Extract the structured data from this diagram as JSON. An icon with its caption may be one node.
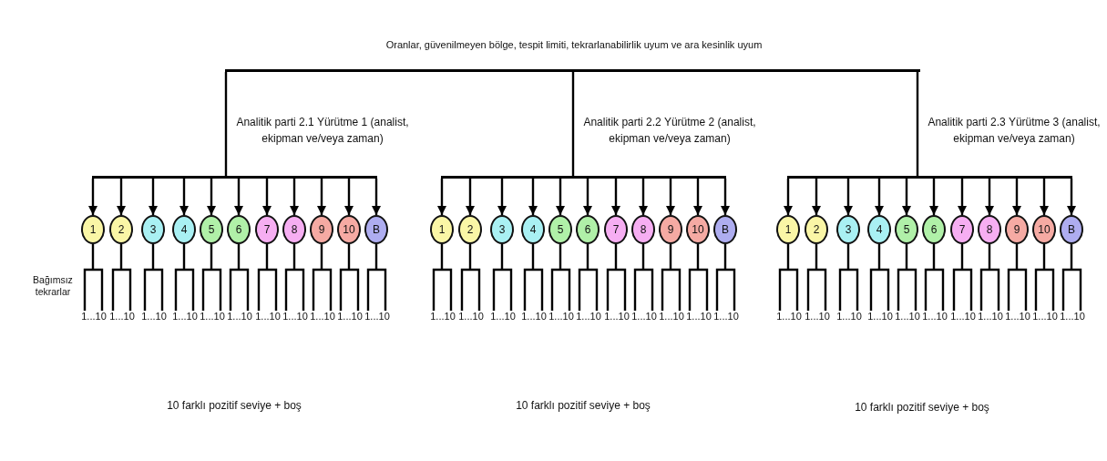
{
  "diagram": {
    "title": "Oranlar, güvenilmeyen bölge, tespit limiti, tekrarlanabilirlik uyum ve ara kesinlik uyum",
    "nodes": [
      {
        "text": [],
        "shape": "bar"
      },
      {
        "text": [],
        "shape": "bar",
        "beside": [
          "Analitik parti 2.1 Yürütme 1 (analist, ekipman ve/veya zaman)"
        ]
      },
      {
        "text": [],
        "shape": "bar",
        "beside": [
          "Analitik parti 2.2 Yürütme 2 (analist, ekipman ve/veya zaman)"
        ]
      },
      {
        "text": [],
        "shape": "bar",
        "beside": [
          "Analitik parti 2.3 Yürütme 3 (analist, ekipman ve/veya zaman)"
        ]
      },
      {
        "text": [
          "1"
        ]
      },
      {
        "text": [
          "2"
        ]
      },
      {
        "text": [
          "3"
        ]
      },
      {
        "text": [
          "4"
        ]
      },
      {
        "text": [
          "5"
        ]
      },
      {
        "text": [
          "6"
        ]
      },
      {
        "text": [
          "7"
        ]
      },
      {
        "text": [
          "8"
        ]
      },
      {
        "text": [
          "9"
        ]
      },
      {
        "text": [
          "10"
        ]
      },
      {
        "text": [
          "B"
        ]
      },
      {
        "text": [
          "1"
        ]
      },
      {
        "text": [
          "2"
        ]
      },
      {
        "text": [
          "3"
        ]
      },
      {
        "text": [
          "4"
        ]
      },
      {
        "text": [
          "5"
        ]
      },
      {
        "text": [
          "6"
        ]
      },
      {
        "text": [
          "7"
        ]
      },
      {
        "text": [
          "8"
        ]
      },
      {
        "text": [
          "9"
        ]
      },
      {
        "text": [
          "10"
        ]
      },
      {
        "text": [
          "B"
        ]
      },
      {
        "text": [
          "1"
        ]
      },
      {
        "text": [
          "2"
        ]
      },
      {
        "text": [
          "3"
        ]
      },
      {
        "text": [
          "4"
        ]
      },
      {
        "text": [
          "5"
        ]
      },
      {
        "text": [
          "6"
        ]
      },
      {
        "text": [
          "7"
        ]
      },
      {
        "text": [
          "8"
        ]
      },
      {
        "text": [
          "9"
        ]
      },
      {
        "text": [
          "10"
        ]
      },
      {
        "text": [
          "B"
        ]
      },
      {
        "text": [
          "1...10"
        ]
      },
      {
        "text": [
          "1...10"
        ]
      },
      {
        "text": [
          "1...10"
        ]
      },
      {
        "text": [
          "1...10"
        ]
      },
      {
        "text": [
          "1...10"
        ]
      },
      {
        "text": [
          "1...10"
        ]
      },
      {
        "text": [
          "1...10"
        ]
      },
      {
        "text": [
          "1...10"
        ]
      },
      {
        "text": [
          "1...10"
        ]
      },
      {
        "text": [
          "1...10"
        ]
      },
      {
        "text": [
          "1...10"
        ]
      },
      {
        "text": [
          "1...10"
        ]
      },
      {
        "text": [
          "1...10"
        ]
      },
      {
        "text": [
          "1...10"
        ]
      },
      {
        "text": [
          "1...10"
        ]
      },
      {
        "text": [
          "1...10"
        ]
      },
      {
        "text": [
          "1...10"
        ]
      },
      {
        "text": [
          "1...10"
        ]
      },
      {
        "text": [
          "1...10"
        ]
      },
      {
        "text": [
          "1...10"
        ]
      },
      {
        "text": [
          "1...10"
        ]
      },
      {
        "text": [
          "1...10"
        ]
      },
      {
        "text": [
          "1...10"
        ]
      },
      {
        "text": [
          "1...10"
        ]
      },
      {
        "text": [
          "1...10"
        ]
      },
      {
        "text": [
          "1...10"
        ]
      },
      {
        "text": [
          "1...10"
        ]
      },
      {
        "text": [
          "1...10"
        ]
      },
      {
        "text": [
          "1...10"
        ]
      },
      {
        "text": [
          "1...10"
        ]
      },
      {
        "text": [
          "1...10"
        ]
      },
      {
        "text": [
          "1...10"
        ]
      },
      {
        "text": [
          "1...10"
        ]
      }
    ],
    "edges": [
      {
        "from": 0,
        "to": 1,
        "arrow": "none"
      },
      {
        "from": 0,
        "to": 2,
        "arrow": "none"
      },
      {
        "from": 0,
        "to": 3,
        "arrow": "none"
      },
      {
        "from": 1,
        "to": 4,
        "arrow": "to"
      },
      {
        "from": 1,
        "to": 5,
        "arrow": "to"
      },
      {
        "from": 1,
        "to": 6,
        "arrow": "to"
      },
      {
        "from": 1,
        "to": 7,
        "arrow": "to"
      },
      {
        "from": 1,
        "to": 8,
        "arrow": "to"
      },
      {
        "from": 1,
        "to": 9,
        "arrow": "to"
      },
      {
        "from": 1,
        "to": 10,
        "arrow": "to"
      },
      {
        "from": 1,
        "to": 11,
        "arrow": "to"
      },
      {
        "from": 1,
        "to": 12,
        "arrow": "to"
      },
      {
        "from": 1,
        "to": 13,
        "arrow": "to"
      },
      {
        "from": 1,
        "to": 14,
        "arrow": "to"
      },
      {
        "from": 2,
        "to": 15,
        "arrow": "to"
      },
      {
        "from": 2,
        "to": 16,
        "arrow": "to"
      },
      {
        "from": 2,
        "to": 17,
        "arrow": "to"
      },
      {
        "from": 2,
        "to": 18,
        "arrow": "to"
      },
      {
        "from": 2,
        "to": 19,
        "arrow": "to"
      },
      {
        "from": 2,
        "to": 20,
        "arrow": "to"
      },
      {
        "from": 2,
        "to": 21,
        "arrow": "to"
      },
      {
        "from": 2,
        "to": 22,
        "arrow": "to"
      },
      {
        "from": 2,
        "to": 23,
        "arrow": "to"
      },
      {
        "from": 2,
        "to": 24,
        "arrow": "to"
      },
      {
        "from": 2,
        "to": 25,
        "arrow": "to"
      },
      {
        "from": 3,
        "to": 26,
        "arrow": "to"
      },
      {
        "from": 3,
        "to": 27,
        "arrow": "to"
      },
      {
        "from": 3,
        "to": 28,
        "arrow": "to"
      },
      {
        "from": 3,
        "to": 29,
        "arrow": "to"
      },
      {
        "from": 3,
        "to": 30,
        "arrow": "to"
      },
      {
        "from": 3,
        "to": 31,
        "arrow": "to"
      },
      {
        "from": 3,
        "to": 32,
        "arrow": "to"
      },
      {
        "from": 3,
        "to": 33,
        "arrow": "to"
      },
      {
        "from": 3,
        "to": 34,
        "arrow": "to"
      },
      {
        "from": 3,
        "to": 35,
        "arrow": "to"
      },
      {
        "from": 3,
        "to": 36,
        "arrow": "to"
      },
      {
        "from": 4,
        "to": 37,
        "arrow": "none"
      },
      {
        "from": 5,
        "to": 38,
        "arrow": "none"
      },
      {
        "from": 6,
        "to": 39,
        "arrow": "none"
      },
      {
        "from": 7,
        "to": 40,
        "arrow": "none"
      },
      {
        "from": 8,
        "to": 41,
        "arrow": "none"
      },
      {
        "from": 9,
        "to": 42,
        "arrow": "none"
      },
      {
        "from": 10,
        "to": 43,
        "arrow": "none"
      },
      {
        "from": 11,
        "to": 44,
        "arrow": "none"
      },
      {
        "from": 12,
        "to": 45,
        "arrow": "none"
      },
      {
        "from": 13,
        "to": 46,
        "arrow": "none"
      },
      {
        "from": 14,
        "to": 47,
        "arrow": "none"
      },
      {
        "from": 15,
        "to": 48,
        "arrow": "none"
      },
      {
        "from": 16,
        "to": 49,
        "arrow": "none"
      },
      {
        "from": 17,
        "to": 50,
        "arrow": "none"
      },
      {
        "from": 18,
        "to": 51,
        "arrow": "none"
      },
      {
        "from": 19,
        "to": 52,
        "arrow": "none"
      },
      {
        "from": 20,
        "to": 53,
        "arrow": "none"
      },
      {
        "from": 21,
        "to": 54,
        "arrow": "none"
      },
      {
        "from": 22,
        "to": 55,
        "arrow": "none"
      },
      {
        "from": 23,
        "to": 56,
        "arrow": "none"
      },
      {
        "from": 24,
        "to": 57,
        "arrow": "none"
      },
      {
        "from": 25,
        "to": 58,
        "arrow": "none"
      },
      {
        "from": 26,
        "to": 59,
        "arrow": "none"
      },
      {
        "from": 27,
        "to": 60,
        "arrow": "none"
      },
      {
        "from": 28,
        "to": 61,
        "arrow": "none"
      },
      {
        "from": 29,
        "to": 62,
        "arrow": "none"
      },
      {
        "from": 30,
        "to": 63,
        "arrow": "none"
      },
      {
        "from": 31,
        "to": 64,
        "arrow": "none"
      },
      {
        "from": 32,
        "to": 65,
        "arrow": "none"
      },
      {
        "from": 33,
        "to": 66,
        "arrow": "none"
      },
      {
        "from": 34,
        "to": 67,
        "arrow": "none"
      },
      {
        "from": 35,
        "to": 68,
        "arrow": "none"
      },
      {
        "from": 36,
        "to": 69,
        "arrow": "none"
      }
    ],
    "labels": [
      "Bağımsız tekrarlar",
      "10 farklı pozitif seviye + boş",
      "10 farklı pozitif seviye + boş",
      "10 farklı pozitif seviye + boş"
    ]
  }
}
